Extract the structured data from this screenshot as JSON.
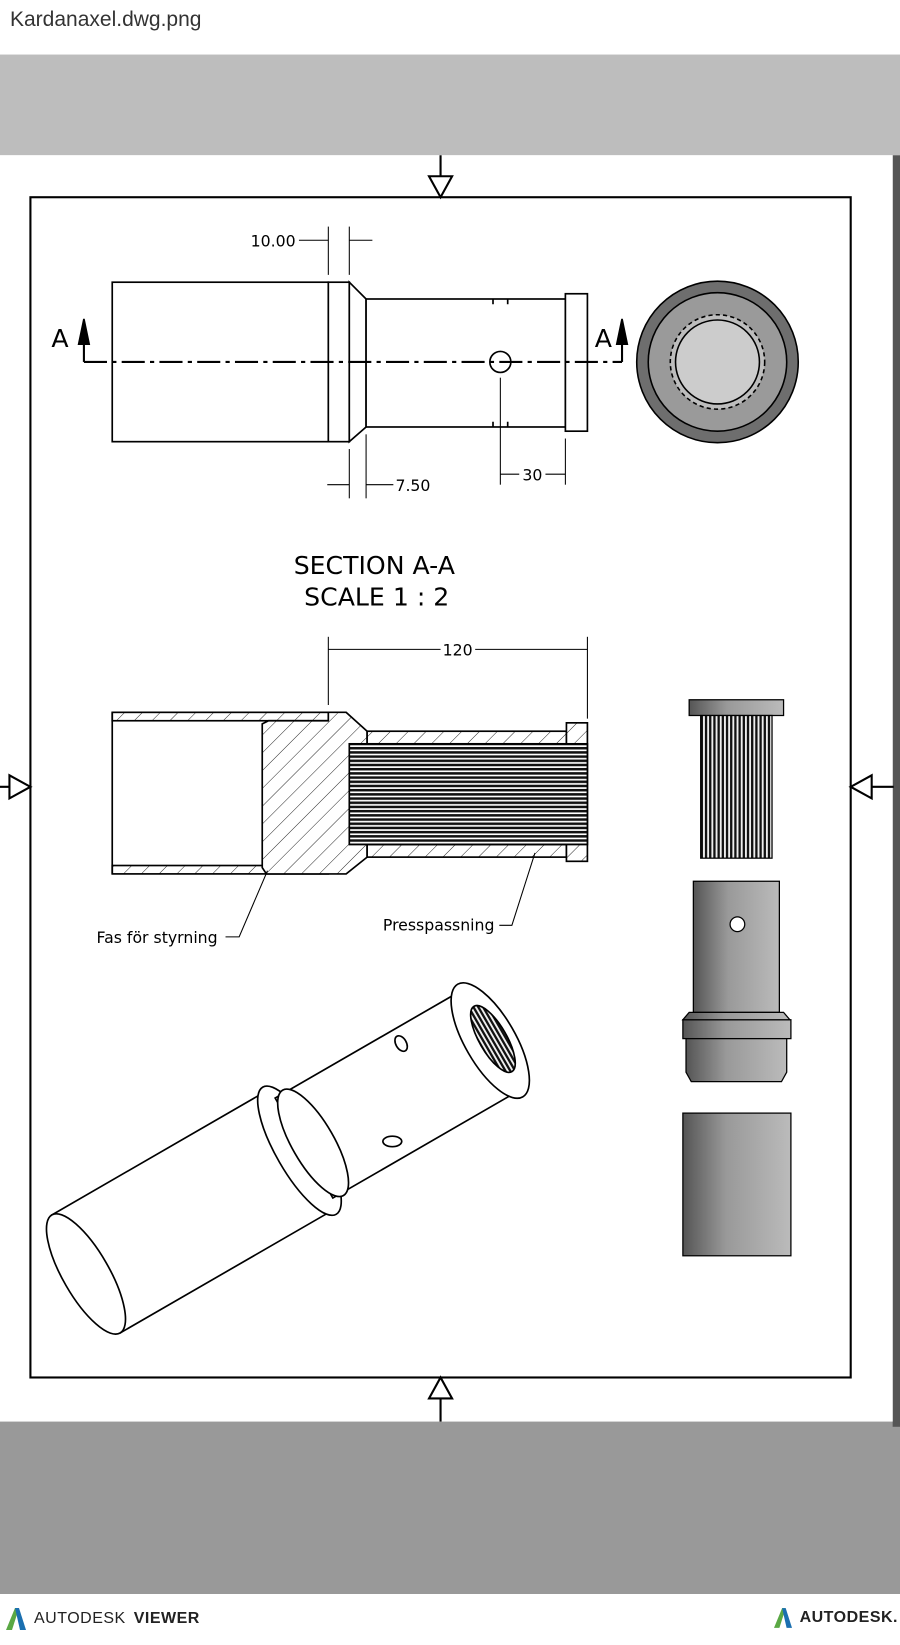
{
  "window": {
    "title": "Kardanaxel.dwg.png"
  },
  "drawing": {
    "section_marker": "A",
    "dims": {
      "d1": "10.00",
      "d2": "7.50",
      "d3": "30",
      "d4": "120"
    },
    "section_title": "SECTION A-A",
    "section_scale": "SCALE 1 : 2",
    "notes": {
      "chamfer": "Fas för styrning",
      "press_fit": "Presspassning"
    }
  },
  "footer": {
    "brand_left": "AUTODESK",
    "product": "VIEWER",
    "brand_right": "AUTODESK."
  },
  "colors": {
    "top_band": "#bdbdbd",
    "bottom_band": "#999999",
    "accent_blue": "#1a6fb0",
    "accent_green": "#5aa844"
  }
}
